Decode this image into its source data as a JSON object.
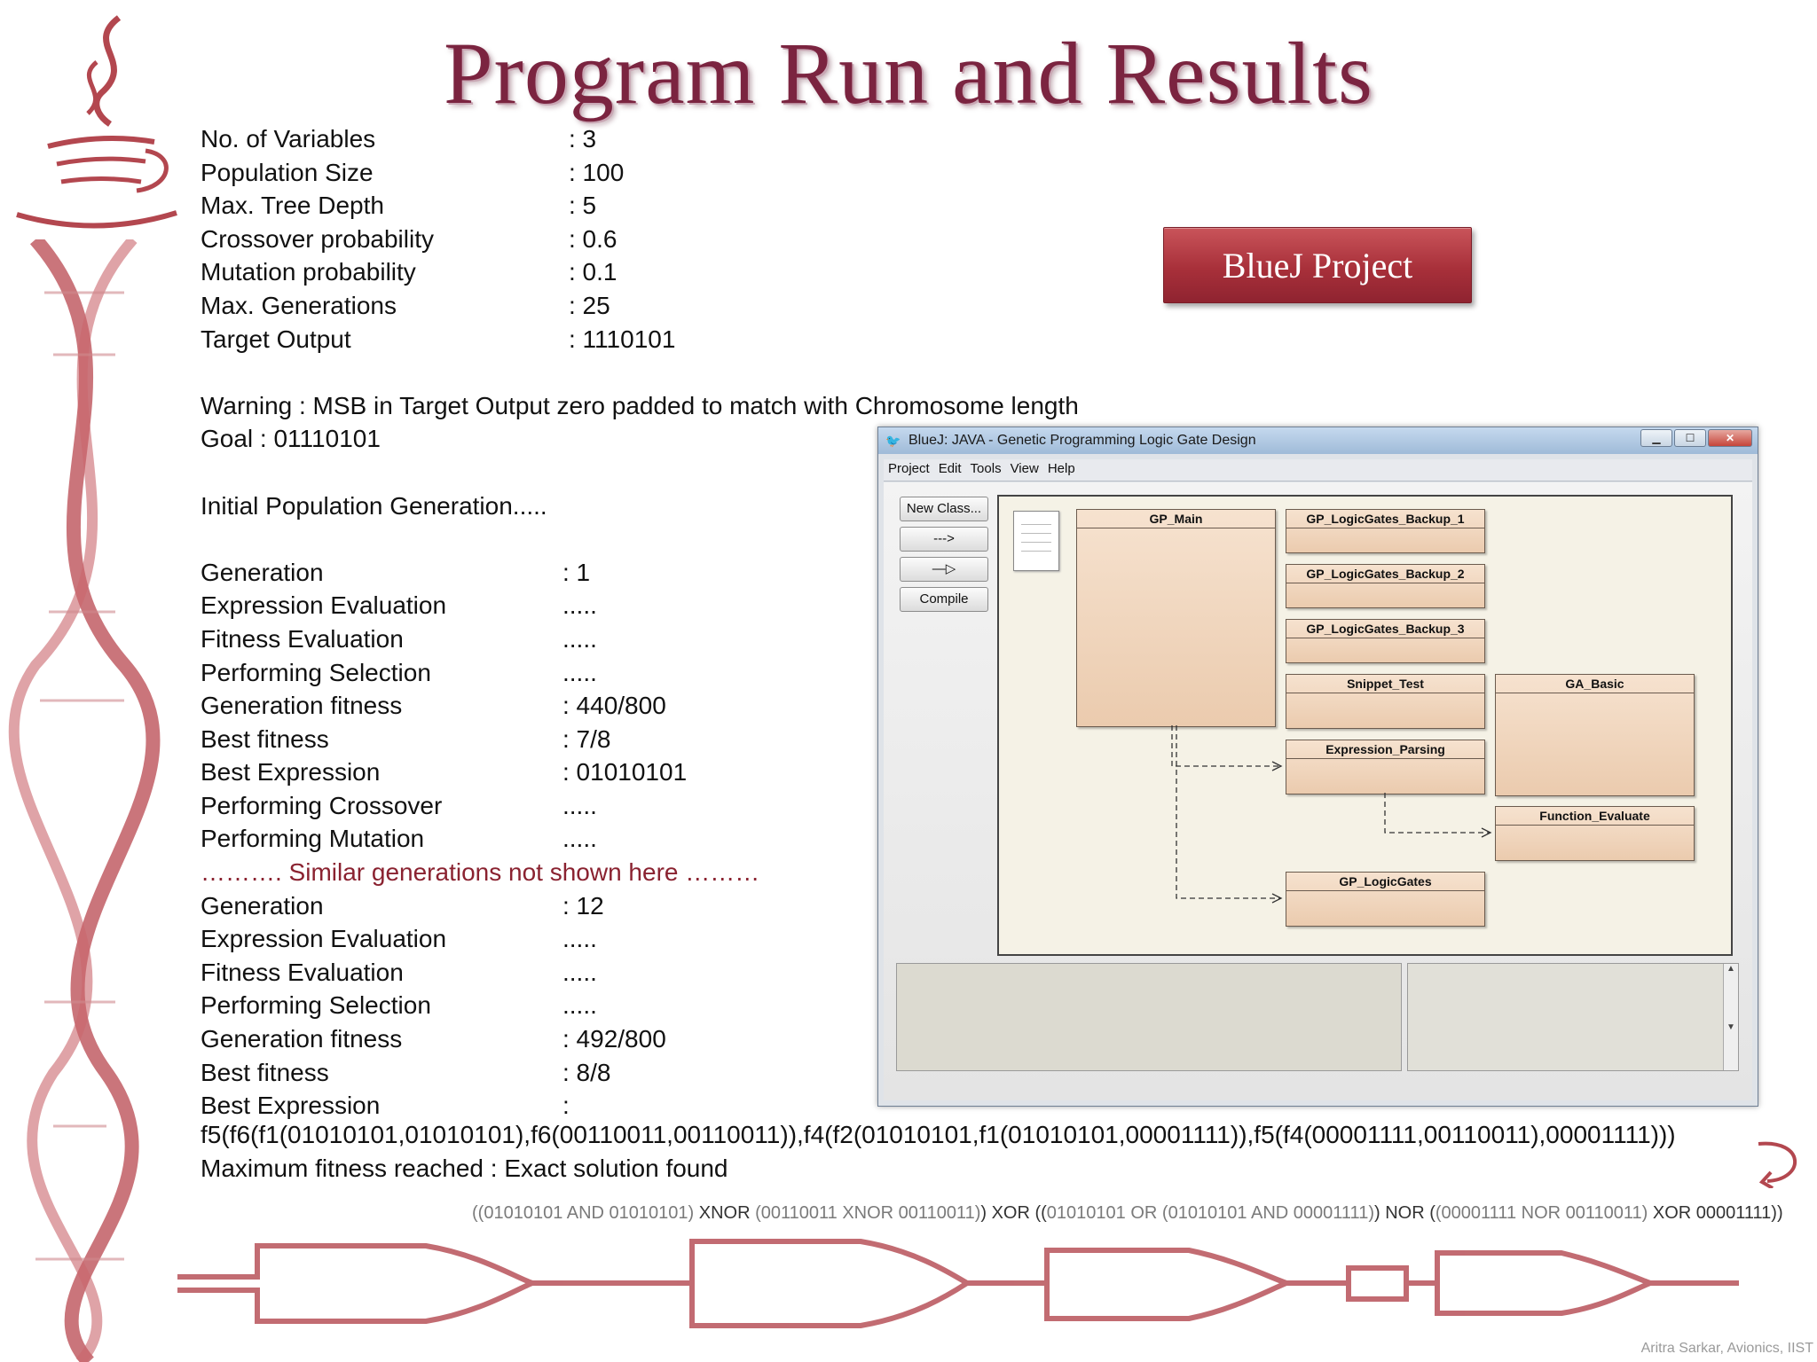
{
  "slide": {
    "title": "Program Run and Results",
    "credit": "Aritra Sarkar, Avionics, IIST"
  },
  "params": [
    {
      "label": "No. of Variables",
      "value": ": 3"
    },
    {
      "label": "Population Size",
      "value": ": 100"
    },
    {
      "label": "Max. Tree Depth",
      "value": ": 5"
    },
    {
      "label": "Crossover probability",
      "value": ": 0.6"
    },
    {
      "label": "Mutation probability",
      "value": ": 0.1"
    },
    {
      "label": "Max. Generations",
      "value": ": 25"
    },
    {
      "label": "Target Output",
      "value": ": 1110101"
    }
  ],
  "warning": "Warning : MSB in Target Output zero padded to match with Chromosome length",
  "goal": "Goal : 01110101",
  "init": "Initial Population Generation.....",
  "gen1": [
    {
      "label": "Generation",
      "value": ": 1"
    },
    {
      "label": "Expression Evaluation",
      "value": "....."
    },
    {
      "label": "Fitness Evaluation",
      "value": "....."
    },
    {
      "label": "Performing Selection",
      "value": "....."
    },
    {
      "label": "Generation fitness",
      "value": ": 440/800"
    },
    {
      "label": "Best fitness",
      "value": ": 7/8"
    },
    {
      "label": "Best Expression",
      "value": ": 01010101"
    },
    {
      "label": "Performing Crossover",
      "value": "....."
    },
    {
      "label": "Performing Mutation",
      "value": "....."
    }
  ],
  "similar_note": "………. Similar generations not shown here ………",
  "gen12": [
    {
      "label": "Generation",
      "value": ": 12"
    },
    {
      "label": "Expression Evaluation",
      "value": "....."
    },
    {
      "label": "Fitness Evaluation",
      "value": "....."
    },
    {
      "label": "Performing Selection",
      "value": "....."
    },
    {
      "label": "Generation fitness",
      "value": ": 492/800"
    },
    {
      "label": "Best fitness",
      "value": ": 8/8"
    },
    {
      "label": "Best Expression",
      "value": ":"
    }
  ],
  "long_expression": "f5(f6(f1(01010101,01010101),f6(00110011,00110011)),f4(f2(01010101,f1(01010101,00001111)),f5(f4(00001111,00110011),00001111)))",
  "max_fitness": "Maximum fitness reached : Exact solution found",
  "logic": {
    "p1": "((",
    "p2": "01010101 AND 01010101)",
    "p3": " XNOR ",
    "p4": "(00110011 XNOR 00110011)",
    "p5": ")  XOR  ((",
    "p6": "01010101 OR ",
    "p7": "(01010101 AND 00001111)",
    "p8": ") NOR (",
    "p9": "(00001111 NOR 00110011)",
    "p10": " XOR 00001111))"
  },
  "bluej_button": "BlueJ Project",
  "bluej_window": {
    "title": "BlueJ:  JAVA - Genetic Programming Logic Gate Design",
    "menu": [
      "Project",
      "Edit",
      "Tools",
      "View",
      "Help"
    ],
    "side_buttons": {
      "new_class": "New Class...",
      "dep_arrow": "--->",
      "inherit_arrow": "—▷",
      "compile": "Compile"
    },
    "classes": {
      "gp_main": "GP_Main",
      "backup1": "GP_LogicGates_Backup_1",
      "backup2": "GP_LogicGates_Backup_2",
      "backup3": "GP_LogicGates_Backup_3",
      "snippet": "Snippet_Test",
      "ga_basic": "GA_Basic",
      "expr_parsing": "Expression_Parsing",
      "func_eval": "Function_Evaluate",
      "gp_logicgates": "GP_LogicGates"
    }
  },
  "colors": {
    "title": "#7b2440",
    "accent_red": "#a8303a",
    "class_fill": "#f0d5bb",
    "note_red": "#8a2230"
  }
}
